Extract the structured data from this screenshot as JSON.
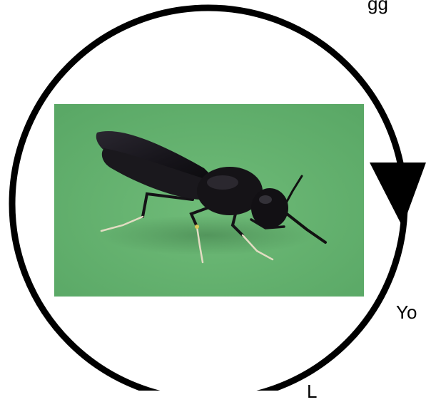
{
  "diagram": {
    "labels": {
      "top_fragment": "gg",
      "right_fragment": "Yo",
      "bottom_fragment": "L"
    },
    "photo": {
      "subject": "black-soldier-fly-adult",
      "background_color": "#67b272"
    },
    "colors": {
      "ring": "#000000",
      "arrow": "#000000",
      "fly_body": "#141216",
      "fly_leg_pale": "#e2dcc2"
    }
  }
}
